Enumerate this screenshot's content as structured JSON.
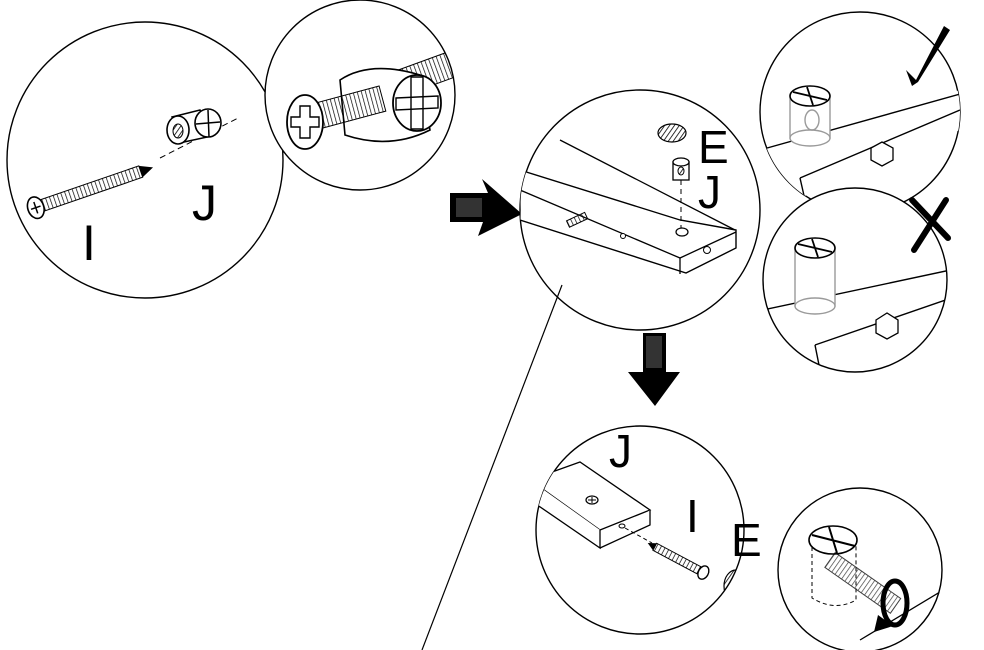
{
  "labels": {
    "step1_screw": "I",
    "step1_nut": "J",
    "step2_cap": "E",
    "step2_nut": "J",
    "step3_nut": "J",
    "step3_screw": "I",
    "step3_cap": "E"
  },
  "marks": {
    "correct": "check-mark-icon",
    "incorrect": "cross-mark-icon"
  },
  "colors": {
    "ink": "#000000",
    "ghost": "#9a9a9a",
    "background": "#ffffff"
  }
}
